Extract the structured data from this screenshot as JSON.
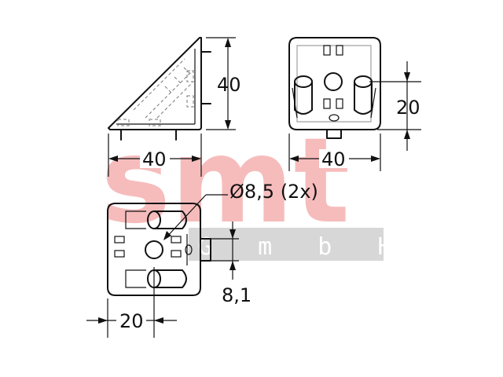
{
  "watermark": {
    "brand": "smt",
    "company": "G m b H",
    "colors": {
      "brand": "#f4a6a6",
      "band": "#d0d0d0"
    }
  },
  "dimensions": {
    "side_height": "40",
    "side_width": "40",
    "front_width": "40",
    "front_height": "20",
    "hole_diameter": "Ø8,5 (2x)",
    "top_offset": "8,1",
    "top_width": "20"
  }
}
